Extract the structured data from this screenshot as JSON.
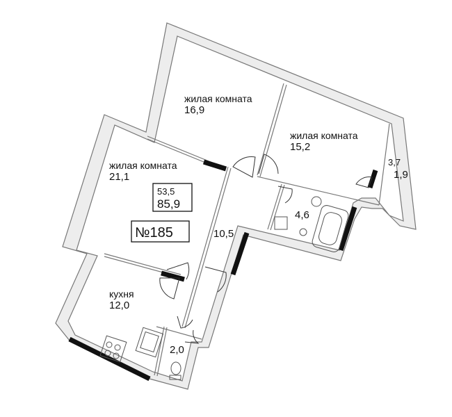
{
  "plan": {
    "apartment_number": "№185",
    "living_area": "53,5",
    "total_area": "85,9",
    "rooms": [
      {
        "id": "bedroom-top",
        "name": "жилая комната",
        "area": "16,9"
      },
      {
        "id": "bedroom-right",
        "name": "жилая комната",
        "area": "15,2"
      },
      {
        "id": "living-left",
        "name": "жилая комната",
        "area": "21,1"
      },
      {
        "id": "kitchen",
        "name": "кухня",
        "area": "12,0"
      },
      {
        "id": "hall",
        "name": "",
        "area": "10,5"
      },
      {
        "id": "bathroom",
        "name": "",
        "area": "4,6"
      },
      {
        "id": "wc",
        "name": "",
        "area": "2,0"
      },
      {
        "id": "balcony",
        "name": "",
        "area": "1,9",
        "area_alt": "3,7"
      }
    ]
  }
}
